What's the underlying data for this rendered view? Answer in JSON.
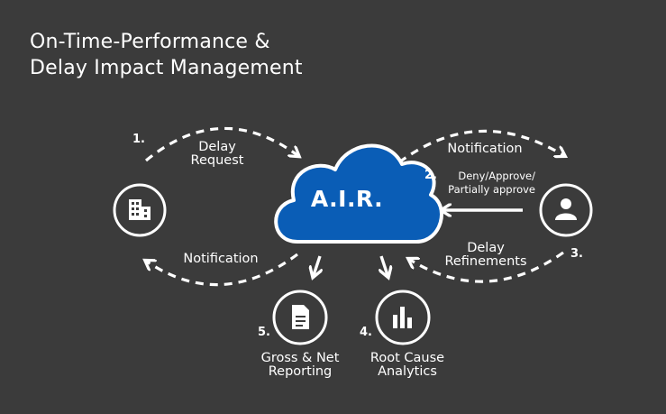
{
  "title": {
    "line1": "On-Time-Performance &",
    "line2": "Delay Impact Management"
  },
  "hub": {
    "label": "A.I.R.",
    "fill": "#0a5db6",
    "icon": "cloud-icon"
  },
  "nodes": {
    "airline": {
      "icon": "building-icon"
    },
    "user": {
      "icon": "user-icon"
    },
    "reporting": {
      "icon": "document-icon",
      "step": "5.",
      "label_line1": "Gross & Net",
      "label_line2": "Reporting"
    },
    "analytics": {
      "icon": "bar-chart-icon",
      "step": "4.",
      "label_line1": "Root Cause",
      "label_line2": "Analytics"
    }
  },
  "flows": {
    "delay_request": {
      "step": "1.",
      "label_line1": "Delay",
      "label_line2": "Request"
    },
    "notification_right": {
      "label": "Notification"
    },
    "decision": {
      "step": "2.",
      "label_line1": "Deny/Approve/",
      "label_line2": "Partially approve"
    },
    "refinements": {
      "step": "3.",
      "label_line1": "Delay",
      "label_line2": "Refinements"
    },
    "notification_left": {
      "label": "Notification"
    }
  }
}
